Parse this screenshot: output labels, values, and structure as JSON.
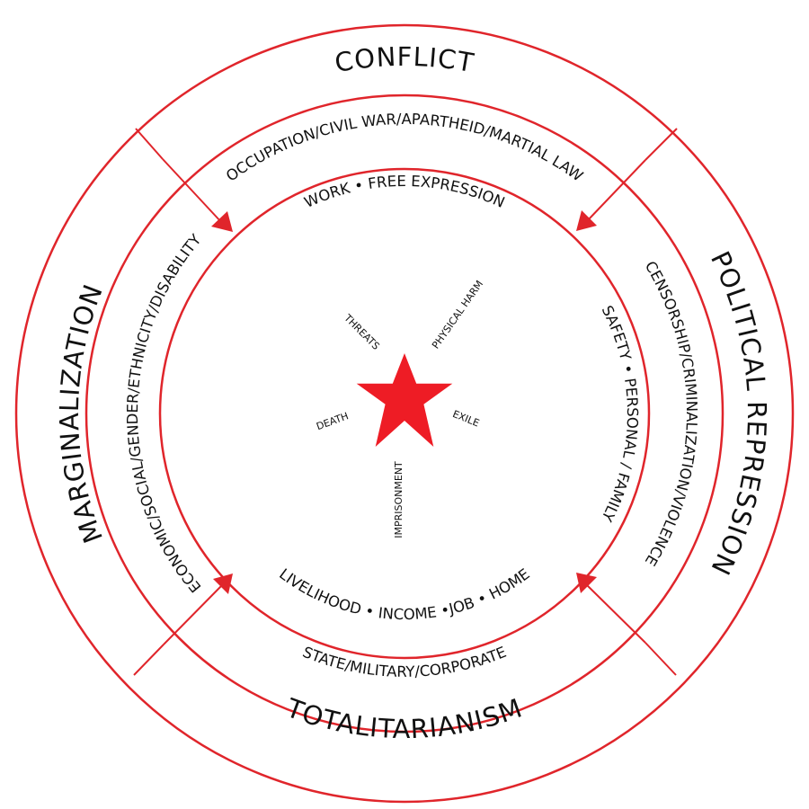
{
  "outer_ring": {
    "top": "CONFLICT",
    "right": "POLITICAL REPRESSION",
    "bottom": "TOTALITARIANISM",
    "left": "MARGINALIZATION"
  },
  "middle_ring": {
    "top": "OCCUPATION/CIVIL WAR/APARTHEID/MARTIAL LAW",
    "right": "CENSORSHIP/CRIMINALIZATION/VIOLENCE",
    "bottom": "STATE/MILITARY/CORPORATE",
    "left": "ECONOMIC/SOCIAL/GENDER/ETHNICITY/DISABILITY"
  },
  "inner_ring": {
    "top": "WORK • FREE EXPRESSION",
    "right": "SAFETY • PERSONAL / FAMILY",
    "bottom": "LIVELIHOOD • INCOME •JOB • HOME"
  },
  "center_threats": {
    "threats": "THREATS",
    "physical_harm": "PHYSICAL HARM",
    "death": "DEATH",
    "exile": "EXILE",
    "imprisonment": "IMPRISONMENT"
  },
  "colors": {
    "accent": "#e0252b",
    "star": "#ee1c25",
    "text": "#111111"
  }
}
